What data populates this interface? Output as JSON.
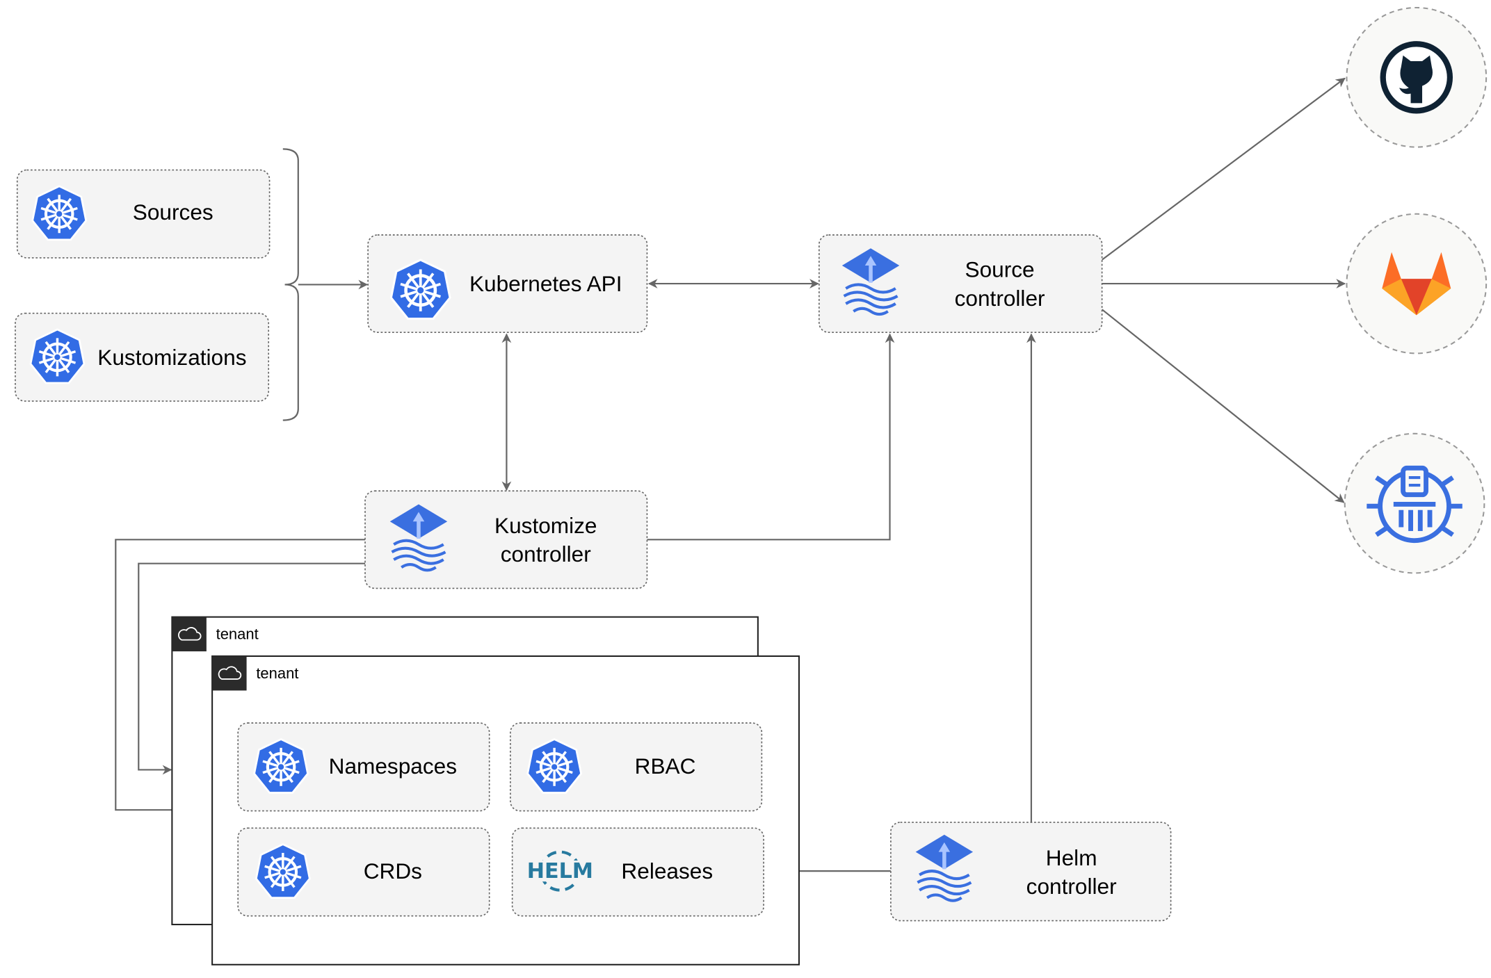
{
  "nodes": {
    "sources": "Sources",
    "kustomizations": "Kustomizations",
    "kubernetes_api": "Kubernetes API",
    "source_controller": [
      "Source",
      "controller"
    ],
    "kustomize_controller": [
      "Kustomize",
      "controller"
    ],
    "helm_controller": [
      "Helm",
      "controller"
    ],
    "namespaces": "Namespaces",
    "rbac": "RBAC",
    "crds": "CRDs",
    "releases": "Releases"
  },
  "tenants": [
    "tenant",
    "tenant"
  ],
  "helm_logo_text": "HELM",
  "external_sources": [
    "github-icon",
    "gitlab-icon",
    "chartmuseum-icon"
  ],
  "colors": {
    "k8s_blue": "#326ce5",
    "flux_blue": "#3a6fe0",
    "github": "#0f2233",
    "gitlab_orange": "#e24329",
    "helm": "#277a9f",
    "edge": "#666666"
  }
}
